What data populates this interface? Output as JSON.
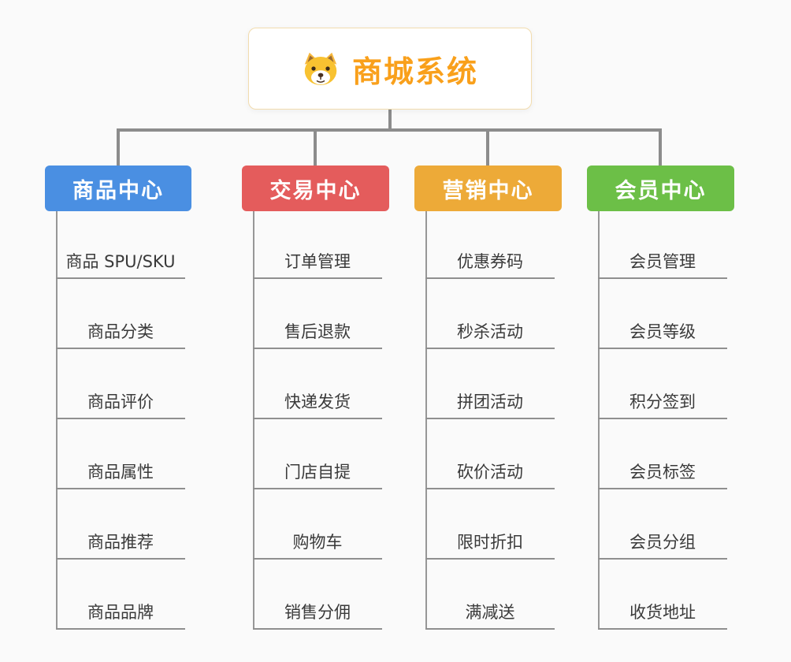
{
  "root": {
    "title": "商城系统",
    "icon": "dog-icon"
  },
  "palette": {
    "root_title": "#f9a01b",
    "connector": "#8c8c8c",
    "product": "#4a8fe2",
    "trade": "#e45c5c",
    "marketing": "#edaa38",
    "member": "#6cbf47"
  },
  "branches": [
    {
      "label": "商品中心",
      "color": "#4a8fe2",
      "children": [
        "商品 SPU/SKU",
        "商品分类",
        "商品评价",
        "商品属性",
        "商品推荐",
        "商品品牌"
      ]
    },
    {
      "label": "交易中心",
      "color": "#e45c5c",
      "children": [
        "订单管理",
        "售后退款",
        "快递发货",
        "门店自提",
        "购物车",
        "销售分佣"
      ]
    },
    {
      "label": "营销中心",
      "color": "#edaa38",
      "children": [
        "优惠券码",
        "秒杀活动",
        "拼团活动",
        "砍价活动",
        "限时折扣",
        "满减送"
      ]
    },
    {
      "label": "会员中心",
      "color": "#6cbf47",
      "children": [
        "会员管理",
        "会员等级",
        "积分签到",
        "会员标签",
        "会员分组",
        "收货地址"
      ]
    }
  ]
}
